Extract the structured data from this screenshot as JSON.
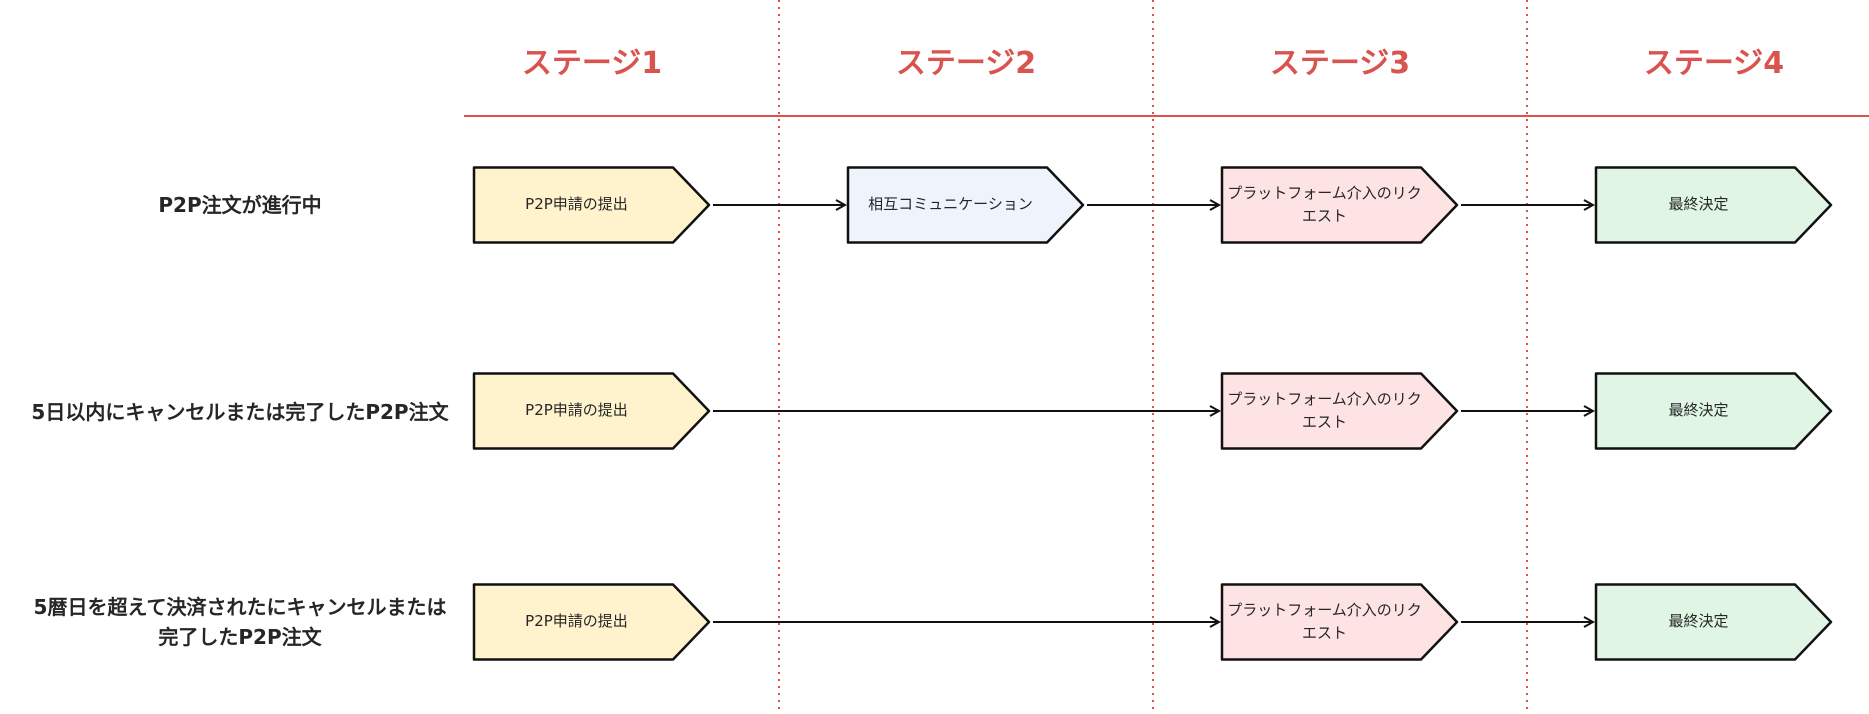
{
  "colors": {
    "accent": "#d9534f",
    "outline": "#111111",
    "stage1_fill": "#fff3cd",
    "stage2_fill": "#eef3fc",
    "stage3_fill": "#fde3e4",
    "stage4_fill": "#e0f5e4"
  },
  "stages": [
    {
      "title": "ステージ1"
    },
    {
      "title": "ステージ2"
    },
    {
      "title": "ステージ3"
    },
    {
      "title": "ステージ4"
    }
  ],
  "rows": [
    {
      "label": "P2P注文が進行中",
      "steps": [
        {
          "stage": 1,
          "label": "P2P申請の提出"
        },
        {
          "stage": 2,
          "label": "相互コミュニケーション"
        },
        {
          "stage": 3,
          "label": "プラットフォーム介入のリクエスト"
        },
        {
          "stage": 4,
          "label": "最終決定"
        }
      ]
    },
    {
      "label": "5日以内にキャンセルまたは完了したP2P注文",
      "steps": [
        {
          "stage": 1,
          "label": "P2P申請の提出"
        },
        {
          "stage": 3,
          "label": "プラットフォーム介入のリクエスト"
        },
        {
          "stage": 4,
          "label": "最終決定"
        }
      ]
    },
    {
      "label": "5暦日を超えて決済されたにキャンセルまたは完了したP2P注文",
      "steps": [
        {
          "stage": 1,
          "label": "P2P申請の提出"
        },
        {
          "stage": 3,
          "label": "プラットフォーム介入のリクエスト"
        },
        {
          "stage": 4,
          "label": "最終決定"
        }
      ]
    }
  ]
}
